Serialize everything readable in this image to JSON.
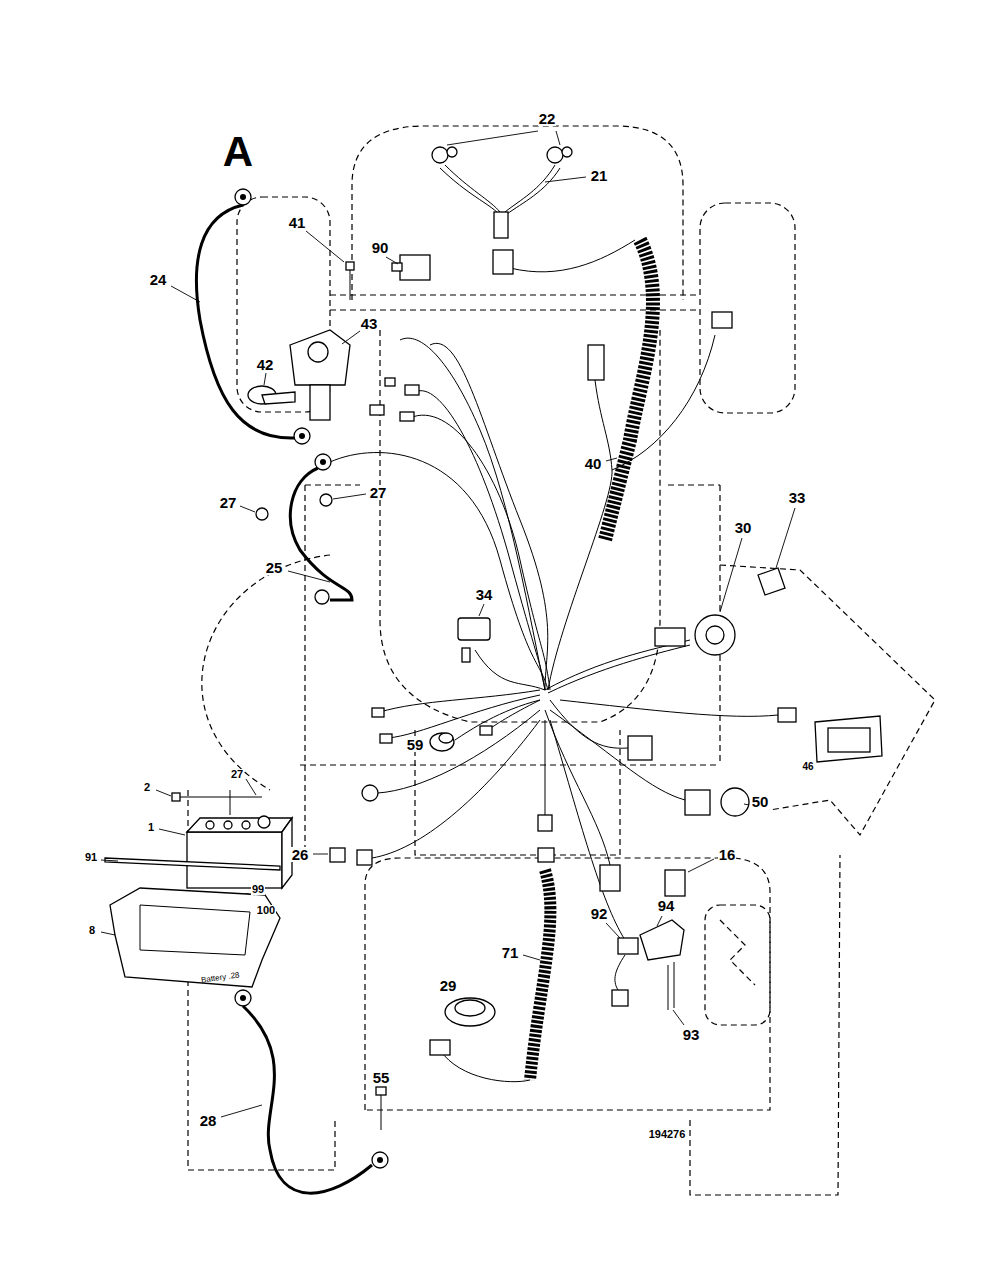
{
  "diagram": {
    "labels": [
      "A",
      "22",
      "21",
      "41",
      "90",
      "24",
      "42",
      "43",
      "40",
      "27",
      "27",
      "33",
      "30",
      "25",
      "34",
      "59",
      "46",
      "2",
      "27",
      "50",
      "1",
      "26",
      "16",
      "91",
      "99",
      "100",
      "94",
      "8",
      "Battery .28",
      "92",
      "71",
      "29",
      "93",
      "55",
      "28",
      "194276"
    ]
  }
}
